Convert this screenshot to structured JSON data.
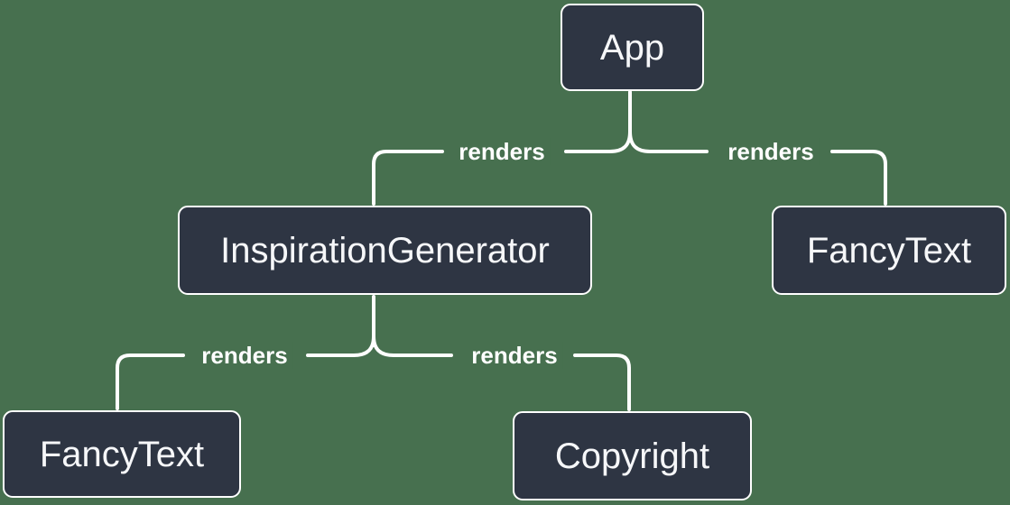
{
  "diagram": {
    "type": "tree",
    "description": "React render tree diagram",
    "colors": {
      "background_color": "#47704f",
      "node_fill": "#2e3543",
      "node_border": "#ffffff",
      "node_text_color": "#f6f7f9",
      "line_color": "#ffffff",
      "label_text_color": "#ffffff"
    },
    "nodes": [
      {
        "id": "app",
        "label": "App"
      },
      {
        "id": "inspiration-generator",
        "label": "InspirationGenerator"
      },
      {
        "id": "fancy-text-right",
        "label": "FancyText"
      },
      {
        "id": "fancy-text-bottom",
        "label": "FancyText"
      },
      {
        "id": "copyright",
        "label": "Copyright"
      }
    ],
    "edges": [
      {
        "from": "App",
        "to": "InspirationGenerator",
        "label": "renders"
      },
      {
        "from": "App",
        "to": "FancyText",
        "label": "renders"
      },
      {
        "from": "InspirationGenerator",
        "to": "FancyText",
        "label": "renders"
      },
      {
        "from": "InspirationGenerator",
        "to": "Copyright",
        "label": "renders"
      }
    ]
  }
}
